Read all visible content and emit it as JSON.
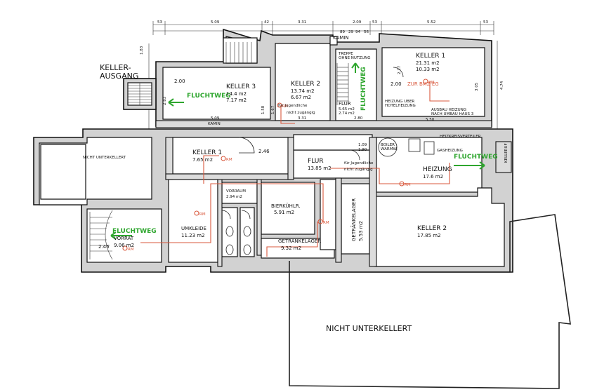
{
  "rooms": {
    "keller_ausgang": {
      "line1": "KELLER-",
      "line2": "AUSGANG"
    },
    "keller3": {
      "name": "KELLER 3",
      "a1": "14.4 m2",
      "a2": "7.17 m2",
      "h": "2.00"
    },
    "keller2_top": {
      "name": "KELLER 2",
      "a1": "13.74 m2",
      "a2": "6.67 m2"
    },
    "keller1_top": {
      "name": "KELLER 1",
      "a1": "21.31 m2",
      "a2": "10.33 m2",
      "h": "2.00"
    },
    "flur_top": {
      "name": "FLUR",
      "a1": "5.65 m2",
      "a2": "2.74 m2"
    },
    "treppe": {
      "line1": "TREPPE",
      "line2": "OHNE NUTZUNG"
    },
    "zur_bmz": "ZUR BMZ EG",
    "heizung_notes": {
      "l1": "HEIZUNG UBER",
      "l2": "HOTELHEIZUNG",
      "l3": "AUSBAU HEIZUNG",
      "l4": "NACH UMBAU HAUS 3"
    },
    "nicht_unterkellert_left": "NICHT UNTERKELLERT",
    "keller1": {
      "name": "KELLER 1",
      "area": "7.65 m2",
      "h": "2.46"
    },
    "flur": {
      "name": "FLUR",
      "area": "13.85 m2"
    },
    "jugend_note_top": {
      "l1": "für Jugendliche",
      "l2": "nicht zugängig"
    },
    "jugend_note_mid": {
      "l1": "für Jugendliche",
      "l2": "nicht zugängig"
    },
    "heizung": {
      "name": "HEIZUNG",
      "area": "17.6 m2"
    },
    "boiler": {
      "l1": "BOILER",
      "l2": "WARMW."
    },
    "heizkreis": "HEIZKREISVERTEILER",
    "gasheizung": "GASHEIZUNG",
    "vorraum": {
      "name": "VORRAUM",
      "area": "2.94 m2"
    },
    "bierkuehl": {
      "name": "BIERKÜHLR.",
      "area": "5.91 m2"
    },
    "umkleide": {
      "name": "UMKLEIDE",
      "area": "11.23 m2"
    },
    "getraenkelager_v": {
      "name": "GETRÄNKELAGER",
      "area": "5.53 m2"
    },
    "getraenkelager": {
      "name": "GETRÄNKELAGER",
      "area": "9.32 m2"
    },
    "keller2": {
      "name": "KELLER 2",
      "area": "17.85 m2"
    },
    "vorrat": {
      "name": "VORRAT",
      "area": "9.06 m2",
      "h": "2.46"
    },
    "nicht_unterkellert_bottom": "NICHT UNTERKELLERT",
    "kamin_top": "KAMIN",
    "kamin_mid": "KAMIN",
    "ueberlauf": "KELLERUF"
  },
  "fluchtweg": {
    "label": "FLUCHTWEG",
    "color": "#2ea62e"
  },
  "markers": {
    "rm": "RM",
    "color": "#d9583c"
  },
  "dimensions_top": [
    "53",
    "5.09",
    "42",
    "3.31",
    "2.09",
    "53",
    "5.52",
    "53"
  ],
  "dimensions_sub": [
    "89",
    "29",
    "94",
    "56"
  ],
  "dimensions_right": [
    "1.83",
    "4.74"
  ],
  "spot_values": [
    "1.09",
    "1.90",
    "2.80",
    "3.31",
    "2.83",
    "1.67",
    "1.58",
    "5.09",
    "2.17",
    "3.05",
    "5.50"
  ]
}
